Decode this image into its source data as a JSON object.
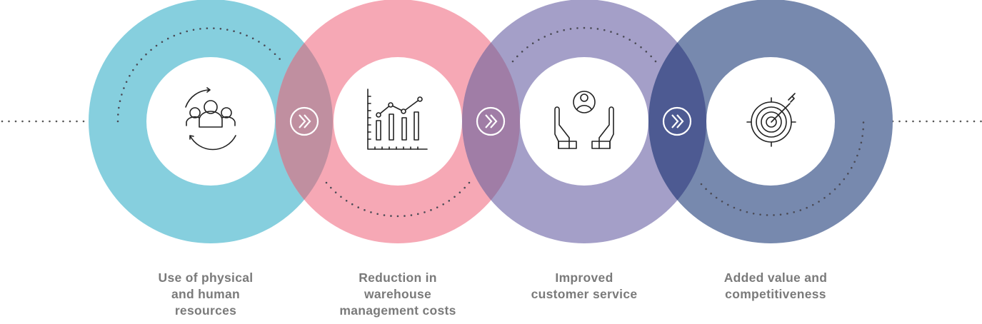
{
  "steps": [
    {
      "label_lines": [
        "Use of physical",
        "and human",
        "resources"
      ],
      "icon": "people-cycle-icon",
      "color": "#86CFDE"
    },
    {
      "label_lines": [
        "Reduction in",
        "warehouse",
        "management costs"
      ],
      "icon": "bar-line-chart-icon",
      "color": "#F6A8B5"
    },
    {
      "label_lines": [
        "Improved",
        "customer service"
      ],
      "icon": "hands-customer-icon",
      "color": "#A49FC8"
    },
    {
      "label_lines": [
        "Added value and",
        "competitiveness"
      ],
      "icon": "target-arrow-icon",
      "color": "#7789AE"
    }
  ],
  "overlap_colors": [
    "#C08FA0",
    "#A07DA6",
    "#4D5A92"
  ],
  "connector_icon": "double-chevron-right-icon"
}
